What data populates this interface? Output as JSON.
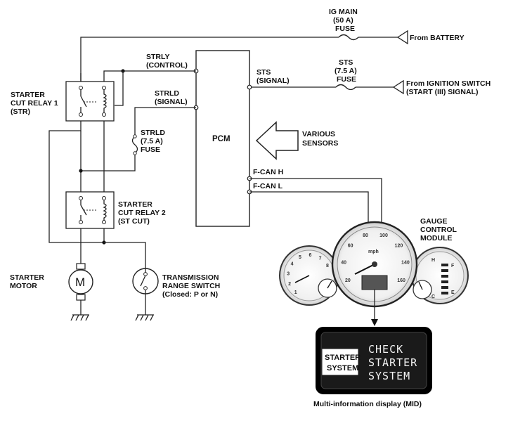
{
  "ig_main_fuse": {
    "line1": "IG MAIN",
    "line2": "(50 A)",
    "line3": "FUSE"
  },
  "battery": {
    "label": "From BATTERY"
  },
  "sts_fuse": {
    "line1": "STS",
    "line2": "(7.5 A)",
    "line3": "FUSE"
  },
  "ignition": {
    "line1": "From IGNITION SWITCH",
    "line2": "(START (III) SIGNAL)"
  },
  "strly": {
    "line1": "STRLY",
    "line2": "(CONTROL)"
  },
  "strld_signal": {
    "line1": "STRLD",
    "line2": "(SIGNAL)"
  },
  "sts_signal": {
    "line1": "STS",
    "line2": "(SIGNAL)"
  },
  "strld_fuse": {
    "line1": "STRLD",
    "line2": "(7.5 A)",
    "line3": "FUSE"
  },
  "pcm": {
    "label": "PCM"
  },
  "sensors": {
    "line1": "VARIOUS",
    "line2": "SENSORS"
  },
  "fcan_h": {
    "label": "F-CAN H"
  },
  "fcan_l": {
    "label": "F-CAN L"
  },
  "relay1": {
    "line1": "STARTER",
    "line2": "CUT RELAY 1",
    "line3": "(STR)"
  },
  "relay2": {
    "line1": "STARTER",
    "line2": "CUT RELAY 2",
    "line3": "(ST CUT)"
  },
  "starter_motor": {
    "line1": "STARTER",
    "line2": "MOTOR",
    "symbol": "M"
  },
  "trans_switch": {
    "line1": "TRANSMISSION",
    "line2": "RANGE SWITCH",
    "line3": "(Closed: P or N)"
  },
  "gauge_module": {
    "line1": "GAUGE",
    "line2": "CONTROL",
    "line3": "MODULE"
  },
  "mid": {
    "logo_line1": "STARTER",
    "logo_line2": "SYSTEM",
    "msg_line1": "CHECK",
    "msg_line2": "STARTER",
    "msg_line3": "SYSTEM",
    "caption": "Multi-information display (MID)"
  },
  "speedo": {
    "unit": "mph",
    "ticks": [
      "20",
      "40",
      "60",
      "80",
      "100",
      "120",
      "140",
      "160"
    ]
  },
  "tach": {
    "ticks": [
      "1",
      "2",
      "3",
      "4",
      "5",
      "6",
      "7",
      "8"
    ]
  },
  "fuel_temp": {
    "fuel_marks": [
      "F",
      "E"
    ],
    "temp_marks": [
      "H",
      "C"
    ]
  },
  "colors": {
    "ink": "#111111",
    "mid_bg": "#1a1a1a",
    "mid_frame": "#000000",
    "paper": "#ffffff"
  }
}
